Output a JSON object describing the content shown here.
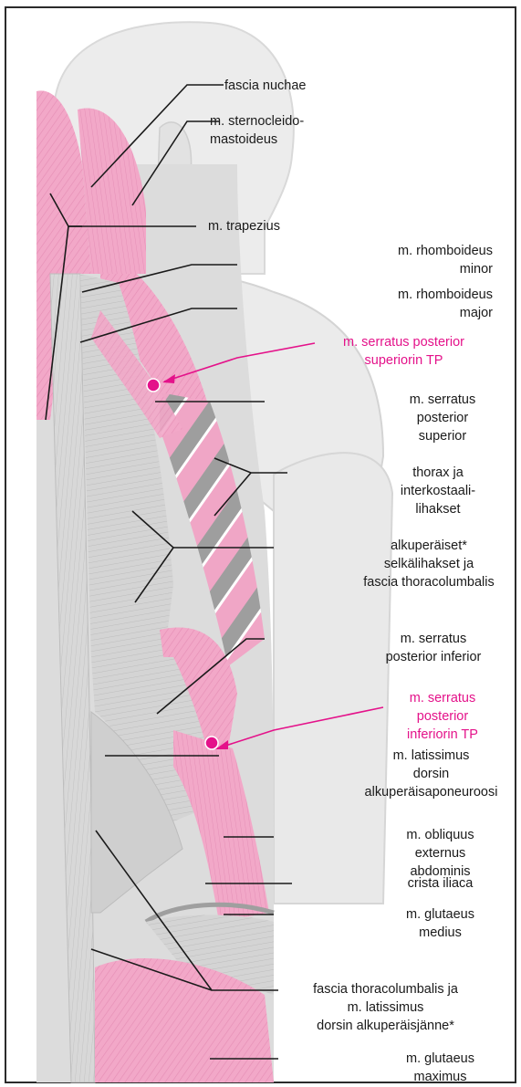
{
  "labels": {
    "fascia_nuchae": "fascia nuchae",
    "sternocleido": [
      "m. sternocleido-",
      "mastoideus"
    ],
    "trapezius": "m. trapezius",
    "rhomboideus_minor": [
      "m. rhomboideus",
      "minor"
    ],
    "rhomboideus_major": [
      "m. rhomboideus",
      "major"
    ],
    "serratus_post_sup_tp": [
      "m. serratus posterior",
      "superiorin TP"
    ],
    "serratus_post_sup": [
      "m. serratus",
      "posterior",
      "superior"
    ],
    "thorax": [
      "thorax ja",
      "interkostaali-",
      "lihakset"
    ],
    "alkuperaiset": [
      "alkuperäiset*",
      "selkälihakset ja",
      "fascia thoracolumbalis"
    ],
    "serratus_post_inf": [
      "m. serratus",
      "posterior inferior"
    ],
    "serratus_post_inf_tp": [
      "m. serratus",
      "posterior",
      "inferiorin TP"
    ],
    "latissimus": [
      "m. latissimus",
      "dorsin",
      "alkuperäisaponeuroosi"
    ],
    "obliquus": [
      "m. obliquus",
      "externus",
      "abdominis"
    ],
    "crista": "crista iliaca",
    "glutaeus_medius": [
      "m. glutaeus",
      "medius"
    ],
    "fascia_thoracolumbalis_jante": [
      "fascia thoracolumbalis ja",
      "m. latissimus",
      "dorsin alkuperäisjänne*"
    ],
    "glutaeus_maximus": [
      "m. glutaeus",
      "maximus"
    ]
  },
  "colors": {
    "label_text": "#1a1a1a",
    "trigger_point": "#e4128a",
    "muscle_pink": "#f2a8c8",
    "muscle_gray": "#c9c9c9",
    "body_light": "#ebebeb",
    "frame": "#2b2b2b"
  }
}
